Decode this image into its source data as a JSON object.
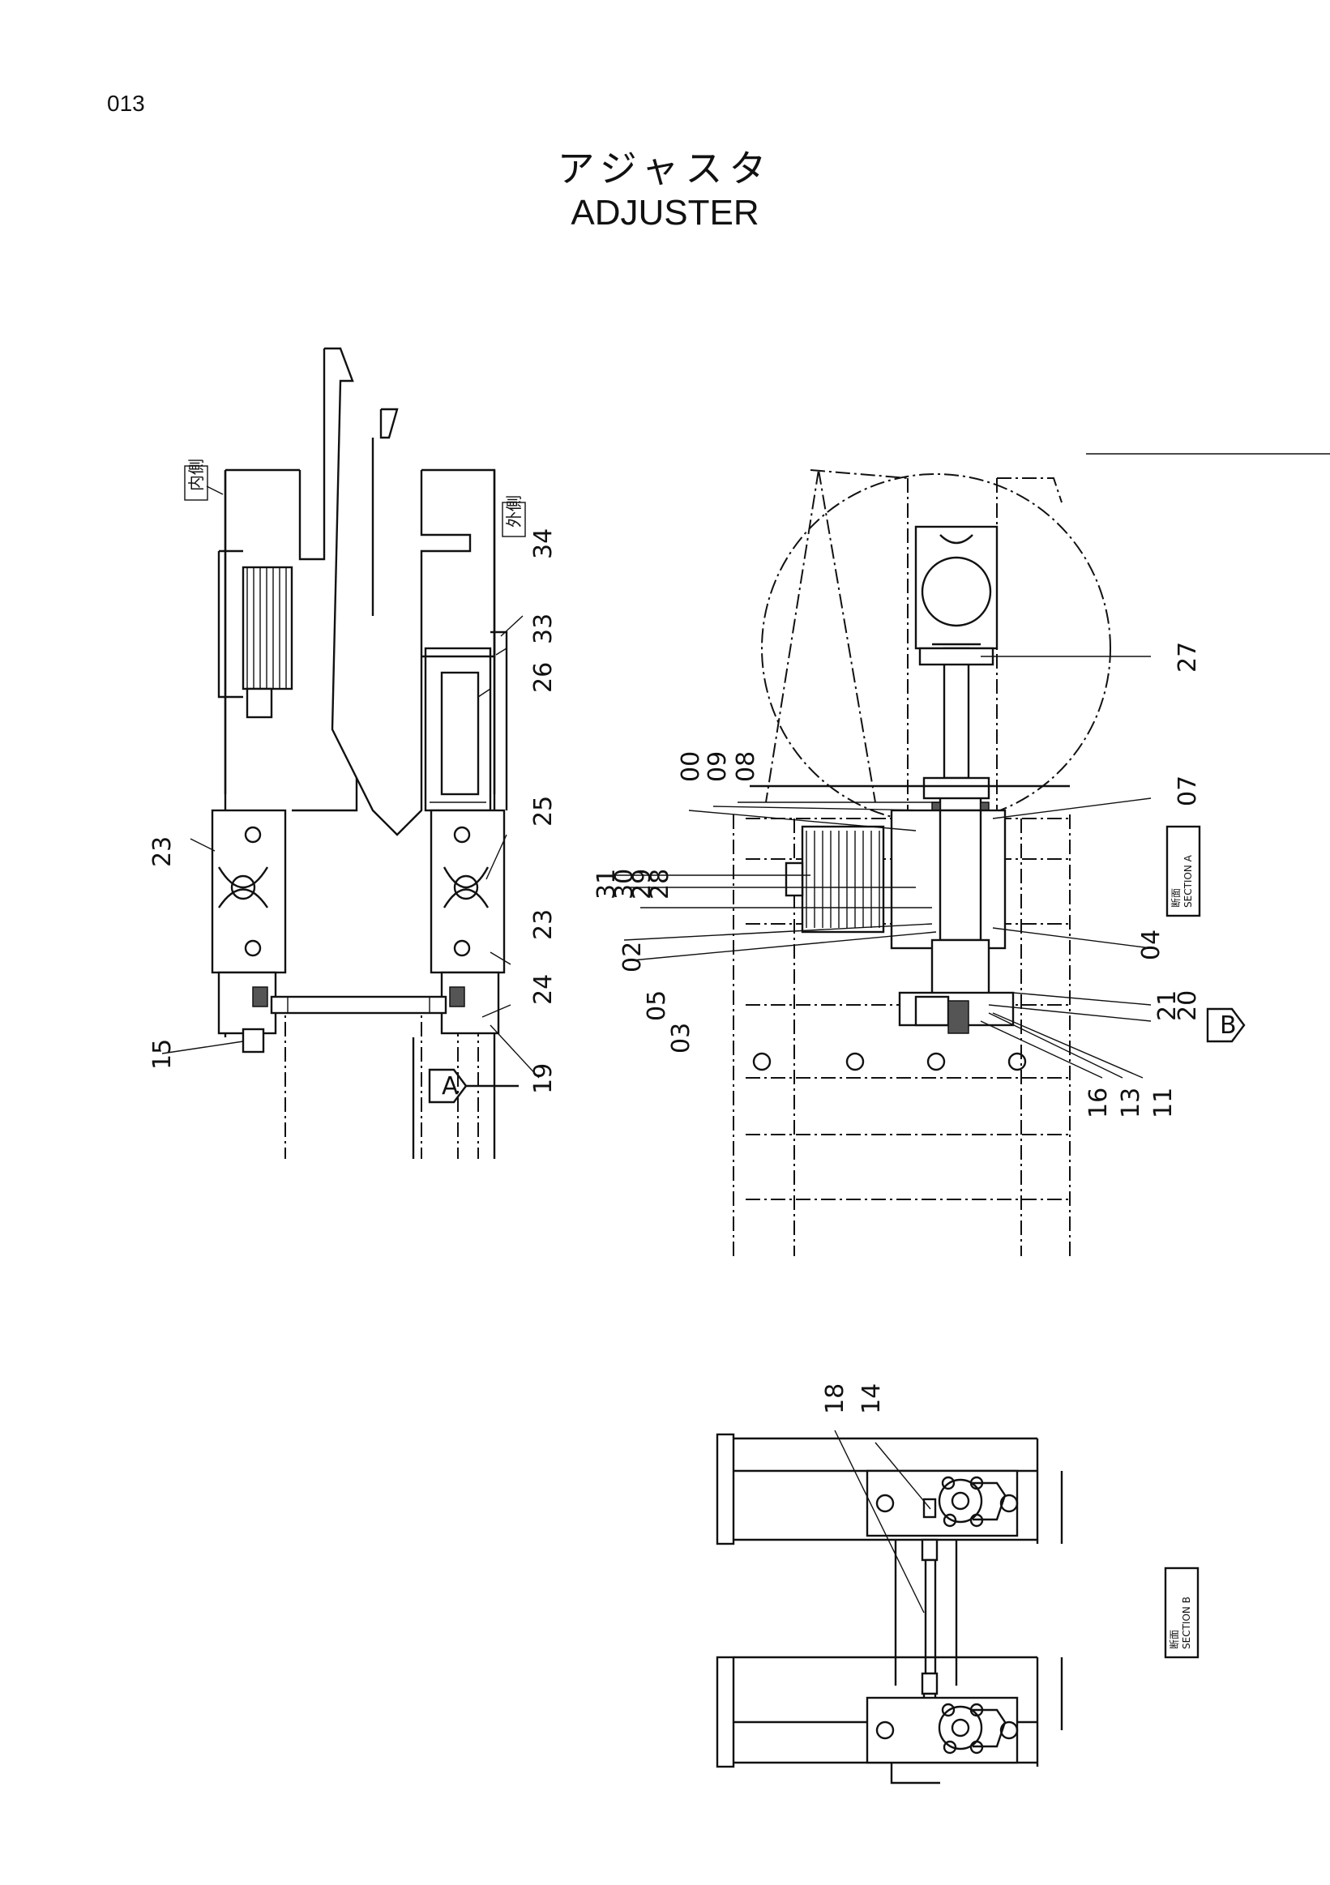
{
  "page": {
    "number": "013",
    "title_jp": "アジャスタ",
    "title_en": "ADJUSTER"
  },
  "labels": {
    "inner_side": "内側",
    "outer_side": "外側",
    "section_a_kanji": "断面",
    "section_a": "SECTION A",
    "section_b_kanji": "断面",
    "section_b": "SECTION B",
    "view_a": "A",
    "view_b": "B"
  },
  "callouts": {
    "left_view": [
      "34",
      "33",
      "26",
      "25",
      "23",
      "23",
      "24",
      "15",
      "19"
    ],
    "section_a": [
      "00",
      "09",
      "08",
      "27",
      "07",
      "31",
      "30",
      "29",
      "28",
      "02",
      "05",
      "03",
      "04",
      "21",
      "20",
      "16",
      "13",
      "11"
    ],
    "section_b": [
      "18",
      "14"
    ]
  }
}
